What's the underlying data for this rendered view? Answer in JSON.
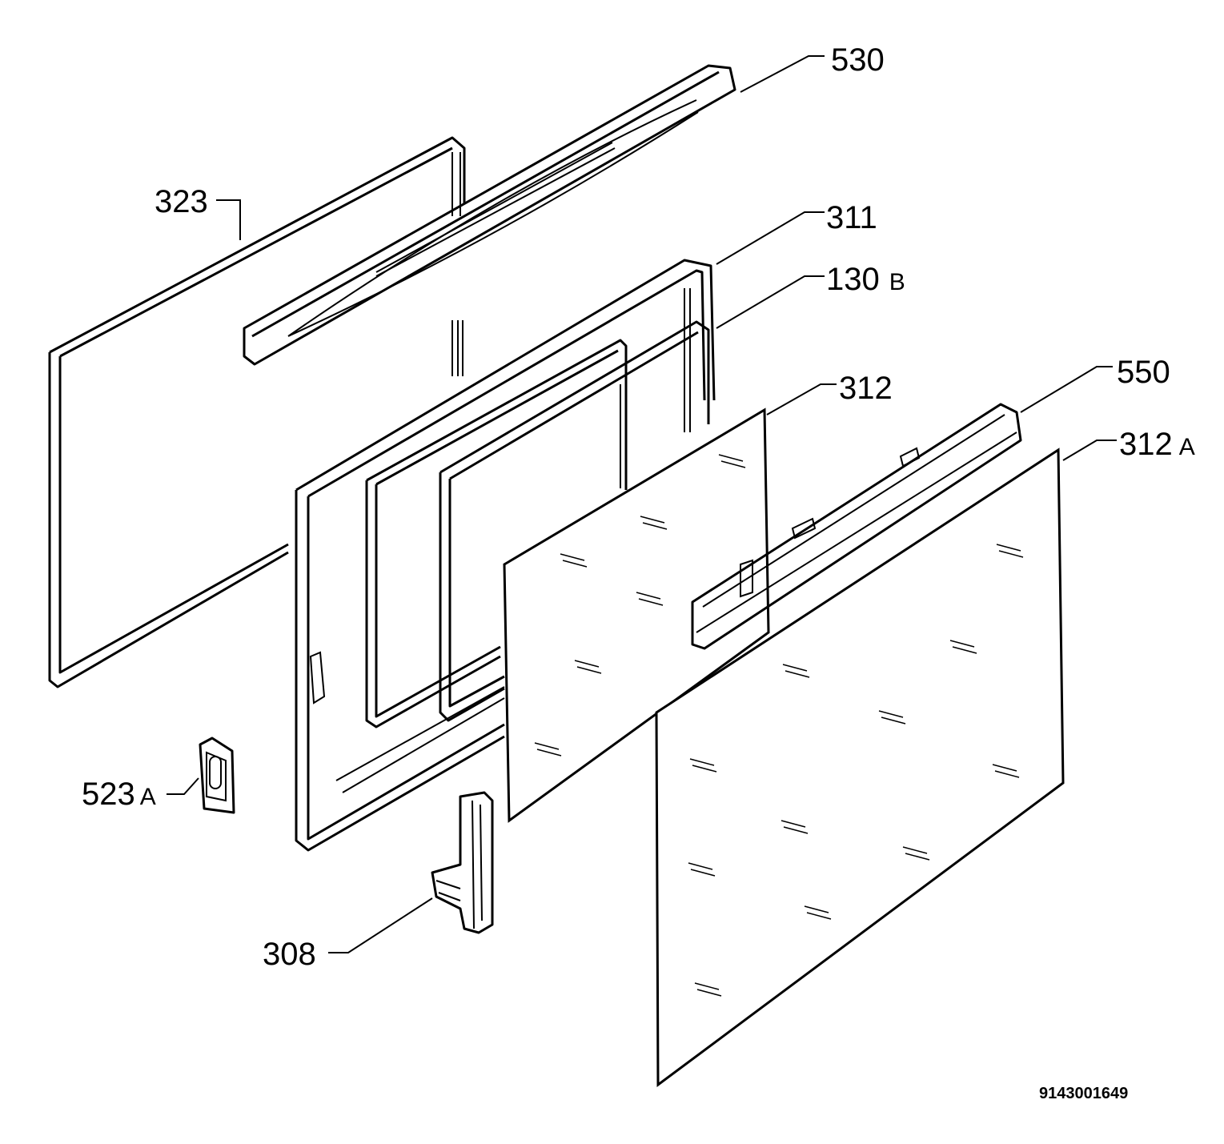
{
  "labels": {
    "p530": "530",
    "p323": "323",
    "p311": "311",
    "p130": "130",
    "p130_suffix": "B",
    "p312": "312",
    "p550": "550",
    "p312a": "312",
    "p312a_suffix": "A",
    "p523a": "523",
    "p523a_suffix": "A",
    "p308": "308"
  },
  "drawing_code": "9143001649"
}
